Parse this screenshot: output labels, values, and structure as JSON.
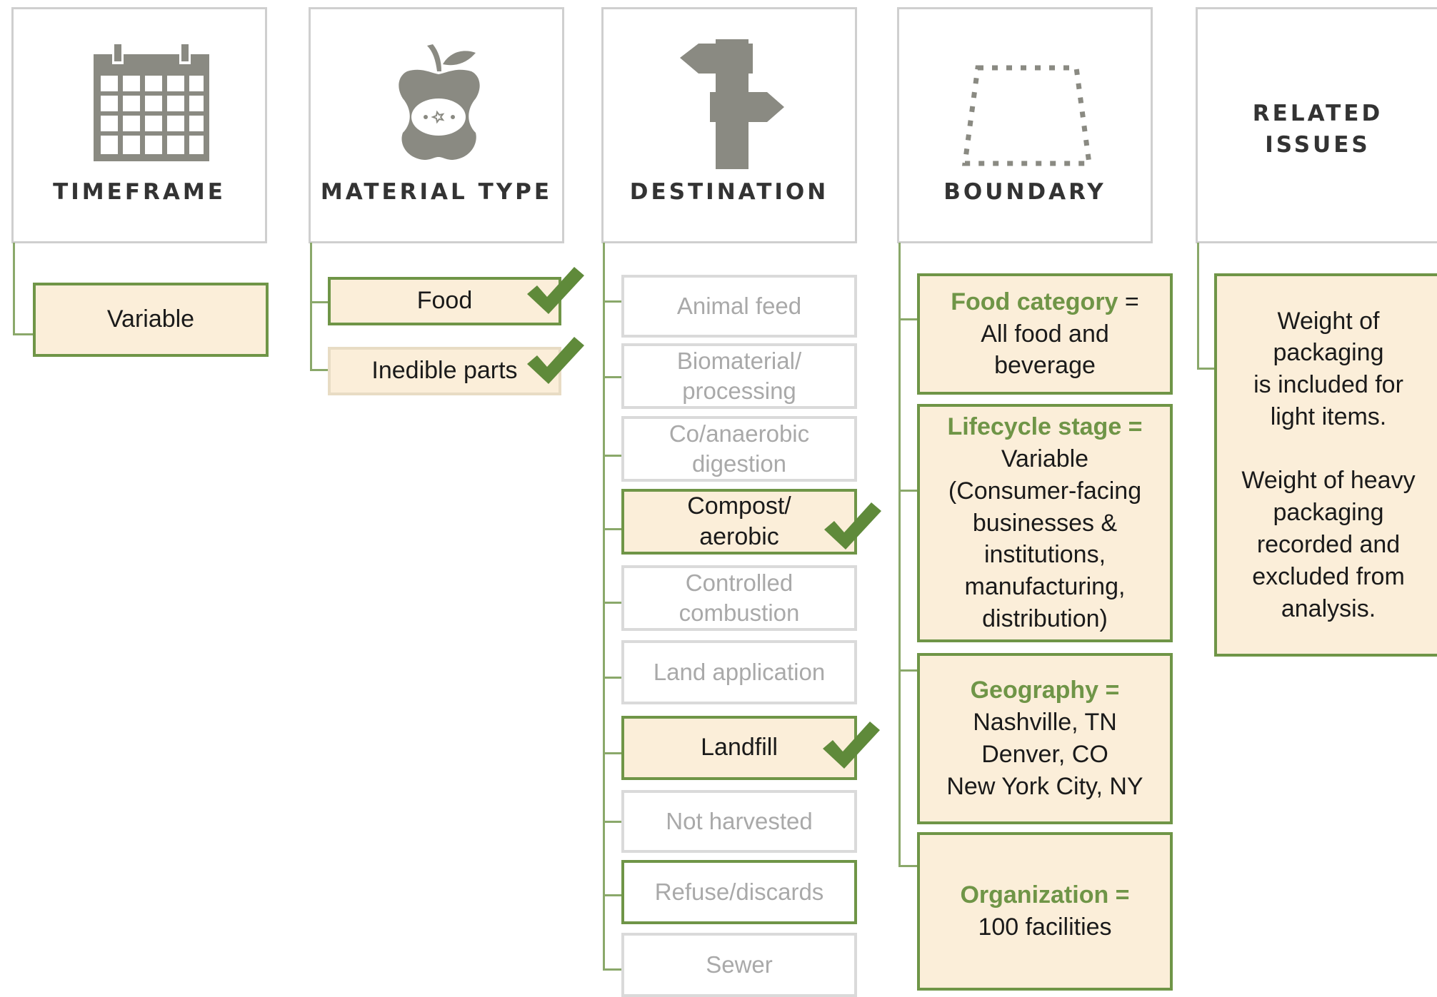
{
  "headers": {
    "timeframe": "TIMEFRAME",
    "material_type": "MATERIAL TYPE",
    "destination": "DESTINATION",
    "boundary": "BOUNDARY",
    "related_issues": [
      "RELATED",
      "ISSUES"
    ]
  },
  "icons": {
    "timeframe": "calendar-icon",
    "material_type": "apple-core-icon",
    "destination": "signpost-icon",
    "boundary": "dotted-trapezoid-icon"
  },
  "timeframe": {
    "items": [
      {
        "label": "Variable",
        "selected": true
      }
    ]
  },
  "material_type": {
    "items": [
      {
        "label": "Food",
        "selected": true
      },
      {
        "label": "Inedible parts",
        "selected": true
      }
    ]
  },
  "destination": {
    "items": [
      {
        "lines": [
          "Animal feed"
        ],
        "selected": false
      },
      {
        "lines": [
          "Biomaterial/",
          "processing"
        ],
        "selected": false
      },
      {
        "lines": [
          "Co/anaerobic",
          "digestion"
        ],
        "selected": false
      },
      {
        "lines": [
          "Compost/",
          "aerobic"
        ],
        "selected": true
      },
      {
        "lines": [
          "Controlled",
          "combustion"
        ],
        "selected": false
      },
      {
        "lines": [
          "Land application"
        ],
        "selected": false
      },
      {
        "lines": [
          "Landfill"
        ],
        "selected": true
      },
      {
        "lines": [
          "Not harvested"
        ],
        "selected": false
      },
      {
        "lines": [
          "Refuse/discards"
        ],
        "selected": false
      },
      {
        "lines": [
          "Sewer"
        ],
        "selected": false
      }
    ]
  },
  "boundary": {
    "items": [
      {
        "label": "Food category",
        "eq": " =",
        "lines": [
          "All food and",
          "beverage"
        ]
      },
      {
        "label": "Lifecycle stage =",
        "eq": "",
        "lines": [
          "Variable",
          "(Consumer-facing",
          "businesses &",
          "institutions,",
          "manufacturing,",
          "distribution)"
        ]
      },
      {
        "label": "Geography =",
        "eq": "",
        "lines": [
          "Nashville, TN",
          "Denver, CO",
          "New York City, NY"
        ]
      },
      {
        "label": "Organization =",
        "eq": "",
        "lines": [
          "100 facilities"
        ]
      }
    ]
  },
  "related_issues": {
    "paragraphs": [
      [
        "Weight of",
        "packaging",
        "is included for",
        "light items."
      ],
      [
        "Weight of heavy",
        "packaging",
        "recorded and",
        "excluded from",
        "analysis."
      ]
    ]
  },
  "colors": {
    "green": "#6f9547",
    "connector": "#8aa86a",
    "selected_fill": "#fbeed9",
    "icon_gray": "#8a8a82",
    "header_border": "#cfcfcf"
  }
}
